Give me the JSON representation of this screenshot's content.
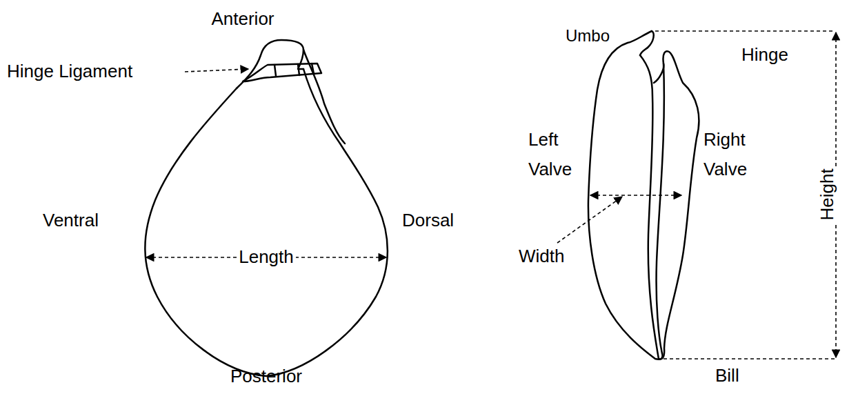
{
  "diagram": {
    "labels": [
      "Anterior",
      "Hinge Ligament",
      "Ventral",
      "Length",
      "Dorsal",
      "Posterior",
      "Umbo",
      "Hinge",
      "Left Valve",
      "Right Valve",
      "Width",
      "Height",
      "Bill"
    ]
  }
}
